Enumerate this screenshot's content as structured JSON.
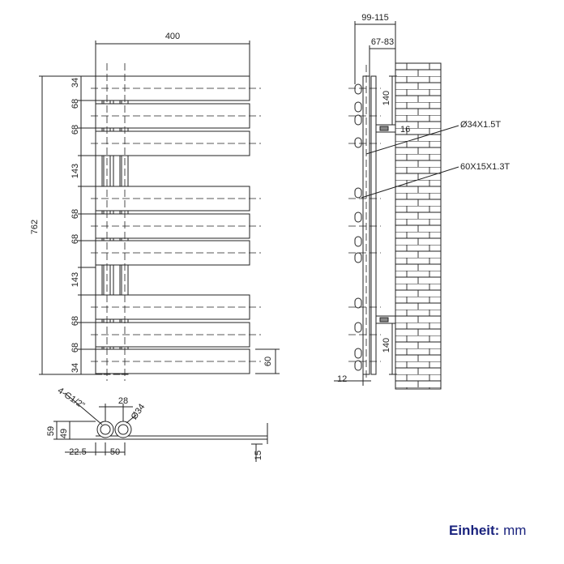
{
  "front_view": {
    "width_dim": "400",
    "height_dim": "762",
    "left_dims": [
      "34",
      "68",
      "68",
      "143",
      "68",
      "68",
      "143",
      "68",
      "68",
      "34"
    ],
    "right_dim": "60"
  },
  "side_view": {
    "depth_dims": [
      "99-115",
      "67-83"
    ],
    "bracket_dims": [
      "140",
      "140"
    ],
    "bracket_offset": "16",
    "bottom_dim": "12",
    "tube_labels": [
      "Ø34X1.5T",
      "60X15X1.3T"
    ]
  },
  "bottom_view": {
    "thread_label": "4-G1/2\"",
    "spacing_dim": "28",
    "diameter_dim": "Ø34",
    "heights": [
      "59",
      "49"
    ],
    "offsets": [
      "22.5",
      "50"
    ],
    "depth_dim": "15"
  },
  "unit": {
    "label": "Einheit:",
    "value": "mm"
  }
}
